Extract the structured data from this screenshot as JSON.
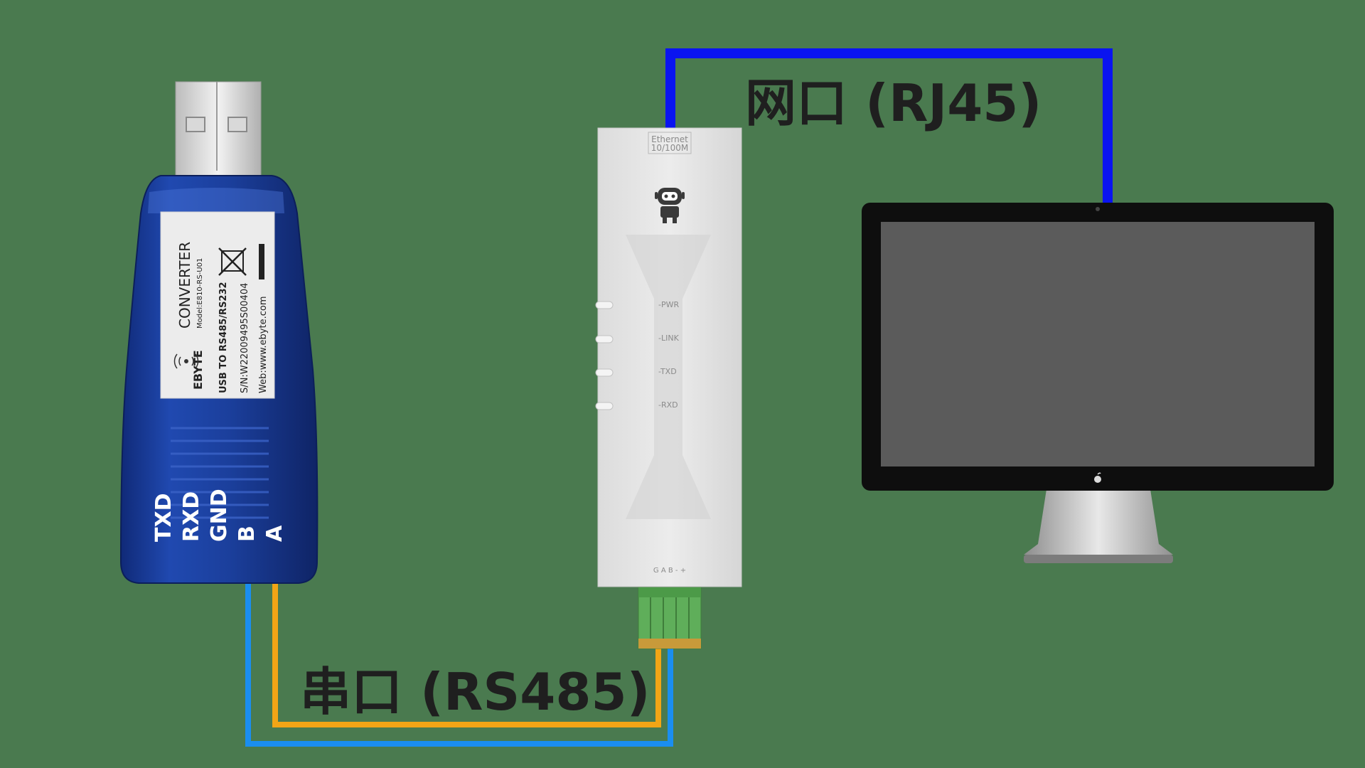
{
  "colors": {
    "background": "#4a7a4f",
    "ethernet_cable": "#0a14f0",
    "serial_cable_a": "#f2a516",
    "serial_cable_b": "#1a8ef0",
    "usb_body": "#1b3f9c",
    "server_body": "#e6e6e6",
    "terminal": "#5fae5a",
    "monitor_screen": "#5b5b5b"
  },
  "labels": {
    "ethernet": "网口 (RJ45)",
    "serial": "串口 (RS485)"
  },
  "usb_converter": {
    "sticker": {
      "brand": "EBYTE",
      "title": "CONVERTER",
      "model": "Model:E810-RS-U01",
      "description": "USB TO RS485/RS232",
      "serial_number": "S/N:W22009495S00404",
      "web": "Web:www.ebyte.com"
    },
    "pins": [
      "TXD",
      "RXD",
      "GND",
      "B",
      "A"
    ]
  },
  "serial_server": {
    "ethernet_port": "Ethernet",
    "ethernet_speed": "10/100M",
    "leds": [
      "PWR",
      "LINK",
      "TXD",
      "RXD"
    ],
    "terminal_labels": "G A B - +"
  },
  "icons": {
    "robot": "robot-logo-icon",
    "apple": "apple-logo-icon",
    "recycle": "crossed-bin-icon",
    "wireless": "wireless-logo-icon"
  }
}
